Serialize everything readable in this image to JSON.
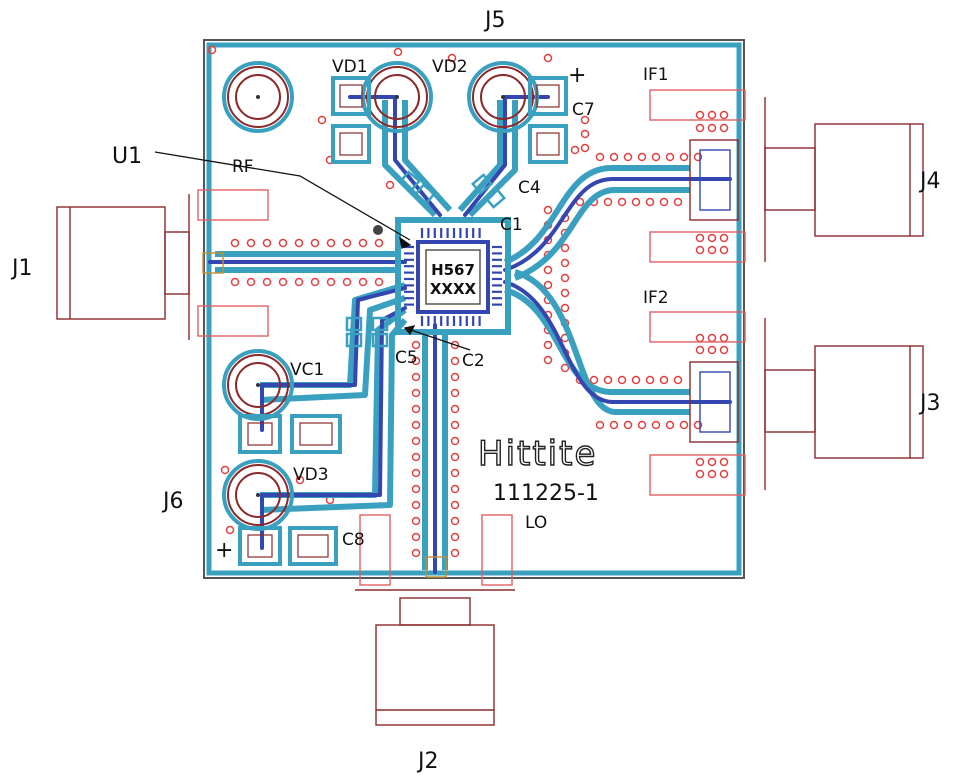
{
  "labels": {
    "j1": "J1",
    "j2": "J2",
    "j3": "J3",
    "j4": "J4",
    "j5": "J5",
    "j6": "J6",
    "u1": "U1",
    "rf": "RF",
    "lo": "LO",
    "if1": "IF1",
    "if2": "IF2",
    "vd1": "VD1",
    "vd2": "VD2",
    "vd3": "VD3",
    "vc1": "VC1",
    "c1": "C1",
    "c2": "C2",
    "c4": "C4",
    "c5": "C5",
    "c7": "C7",
    "c8": "C8",
    "plus_top": "+",
    "plus_bottom": "+"
  },
  "chip": {
    "line1": "H567",
    "line2": "XXXX"
  },
  "board": {
    "brand": "Hittite",
    "part_number": "111225-1"
  },
  "colors": {
    "outline": "#8b2a2a",
    "pad": "#e06060",
    "copper": "#3aa0c0",
    "trace": "#3446b0",
    "via": "#e04040"
  }
}
